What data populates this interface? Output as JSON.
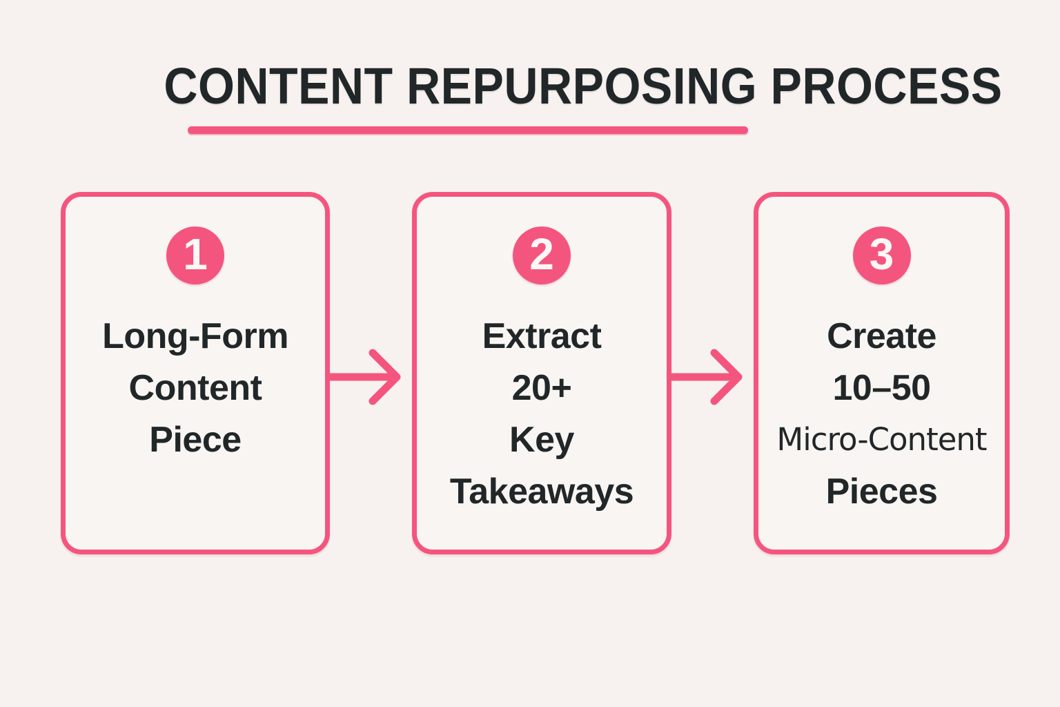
{
  "page": {
    "title": "CONTENT REPURPOSING PROCESS"
  },
  "colors": {
    "background": "#f7f2ef",
    "accent_pink": "#f4557e",
    "card_fill": "#f9f5f2",
    "text_dark": "#212729",
    "number_text": "#fdf8f5"
  },
  "steps": [
    {
      "number": "1",
      "lines": [
        "Long-Form",
        "Content",
        "Piece"
      ]
    },
    {
      "number": "2",
      "lines": [
        "Extract",
        "20+",
        "Key",
        "Takeaways"
      ]
    },
    {
      "number": "3",
      "lines": [
        "Create",
        "10–50",
        "Micro-Content",
        "Pieces"
      ]
    }
  ]
}
